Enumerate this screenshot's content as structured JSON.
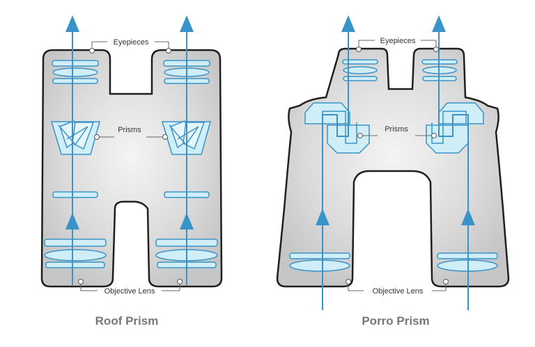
{
  "roof": {
    "eyepieces_label": "Eyepieces",
    "prisms_label": "Prisms",
    "objective_label": "Objective Lens",
    "caption": "Roof Prism"
  },
  "porro": {
    "eyepieces_label": "Eyepieces",
    "prisms_label": "Prisms",
    "objective_label": "Objective Lens",
    "caption": "Porro Prism"
  },
  "colors": {
    "body_fill": "#d6d7d8",
    "body_stroke": "#1f1f1f",
    "lens_fill": "#cfeef8",
    "lens_stroke": "#3a93c8",
    "light_path": "#3a93c8",
    "leader": "#666666"
  }
}
